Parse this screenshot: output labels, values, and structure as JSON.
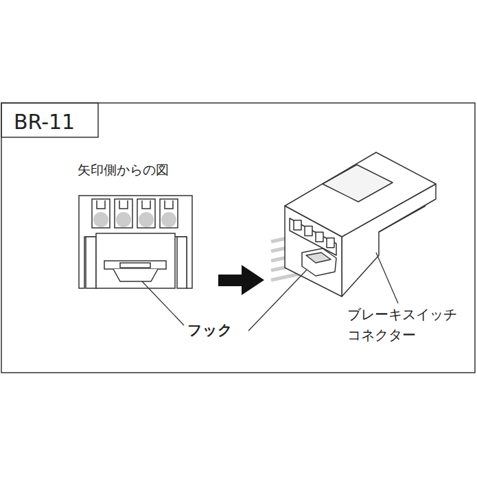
{
  "diagram": {
    "title": "BR-11",
    "labels": [
      "矢印側からの図",
      "フック",
      "ブレーキスイッチ コネクター"
    ]
  }
}
